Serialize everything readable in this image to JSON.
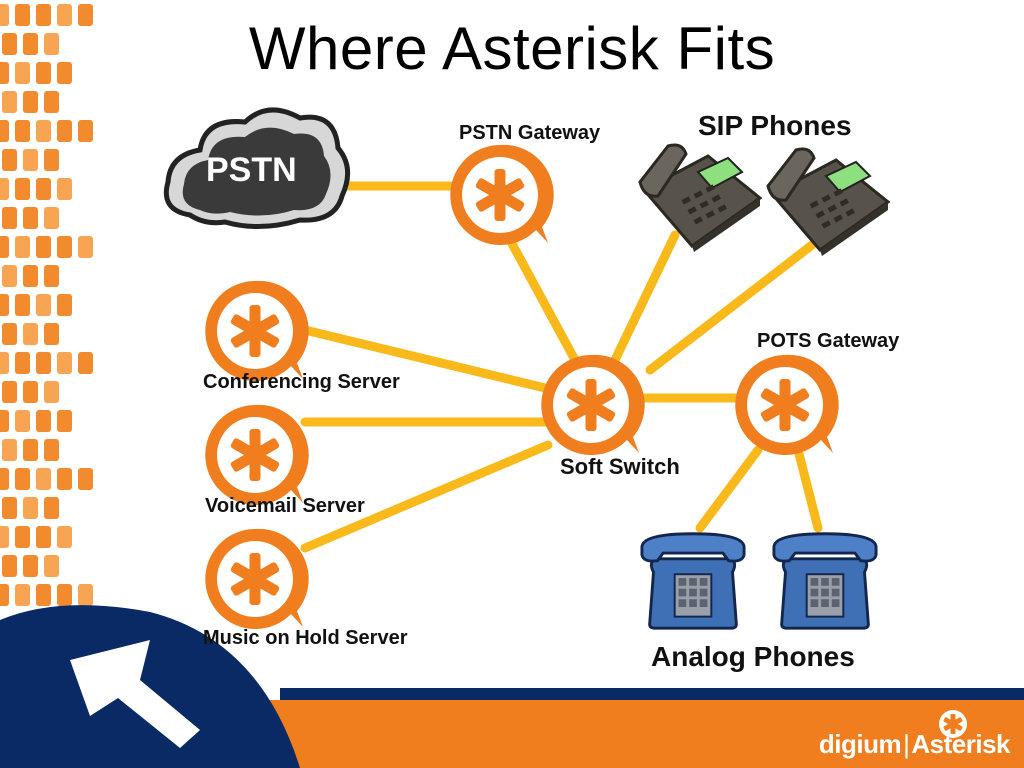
{
  "title": "Where Asterisk Fits",
  "colors": {
    "orange": "#F07E1E",
    "link": "#F9B91A",
    "navy": "#0A2A66",
    "phone_blue": "#3F6FB5",
    "sip_phone": "#5E5A52"
  },
  "nodes": {
    "pstn": {
      "label": "PSTN"
    },
    "pstn_gateway": {
      "label": "PSTN Gateway"
    },
    "sip_phones": {
      "label": "SIP Phones"
    },
    "conferencing": {
      "label": "Conferencing Server"
    },
    "voicemail": {
      "label": "Voicemail Server"
    },
    "music_on_hold": {
      "label": "Music on Hold Server"
    },
    "soft_switch": {
      "label": "Soft Switch"
    },
    "pots_gateway": {
      "label": "POTS Gateway"
    },
    "analog_phones": {
      "label": "Analog Phones"
    }
  },
  "edges": [
    {
      "from": "PSTN",
      "to": "PSTN Gateway"
    },
    {
      "from": "PSTN Gateway",
      "to": "Soft Switch"
    },
    {
      "from": "SIP Phones",
      "to": "Soft Switch"
    },
    {
      "from": "Conferencing Server",
      "to": "Soft Switch"
    },
    {
      "from": "Voicemail Server",
      "to": "Soft Switch"
    },
    {
      "from": "Music on Hold Server",
      "to": "Soft Switch"
    },
    {
      "from": "Soft Switch",
      "to": "POTS Gateway"
    },
    {
      "from": "POTS Gateway",
      "to": "Analog Phones"
    }
  ],
  "branding": {
    "company": "digium",
    "product": "Asterisk",
    "icon": "asterisk-logo-icon"
  },
  "decor": {
    "left_pattern": "orange-squares-pattern",
    "corner_swoosh": "navy-swoosh-arrow"
  }
}
